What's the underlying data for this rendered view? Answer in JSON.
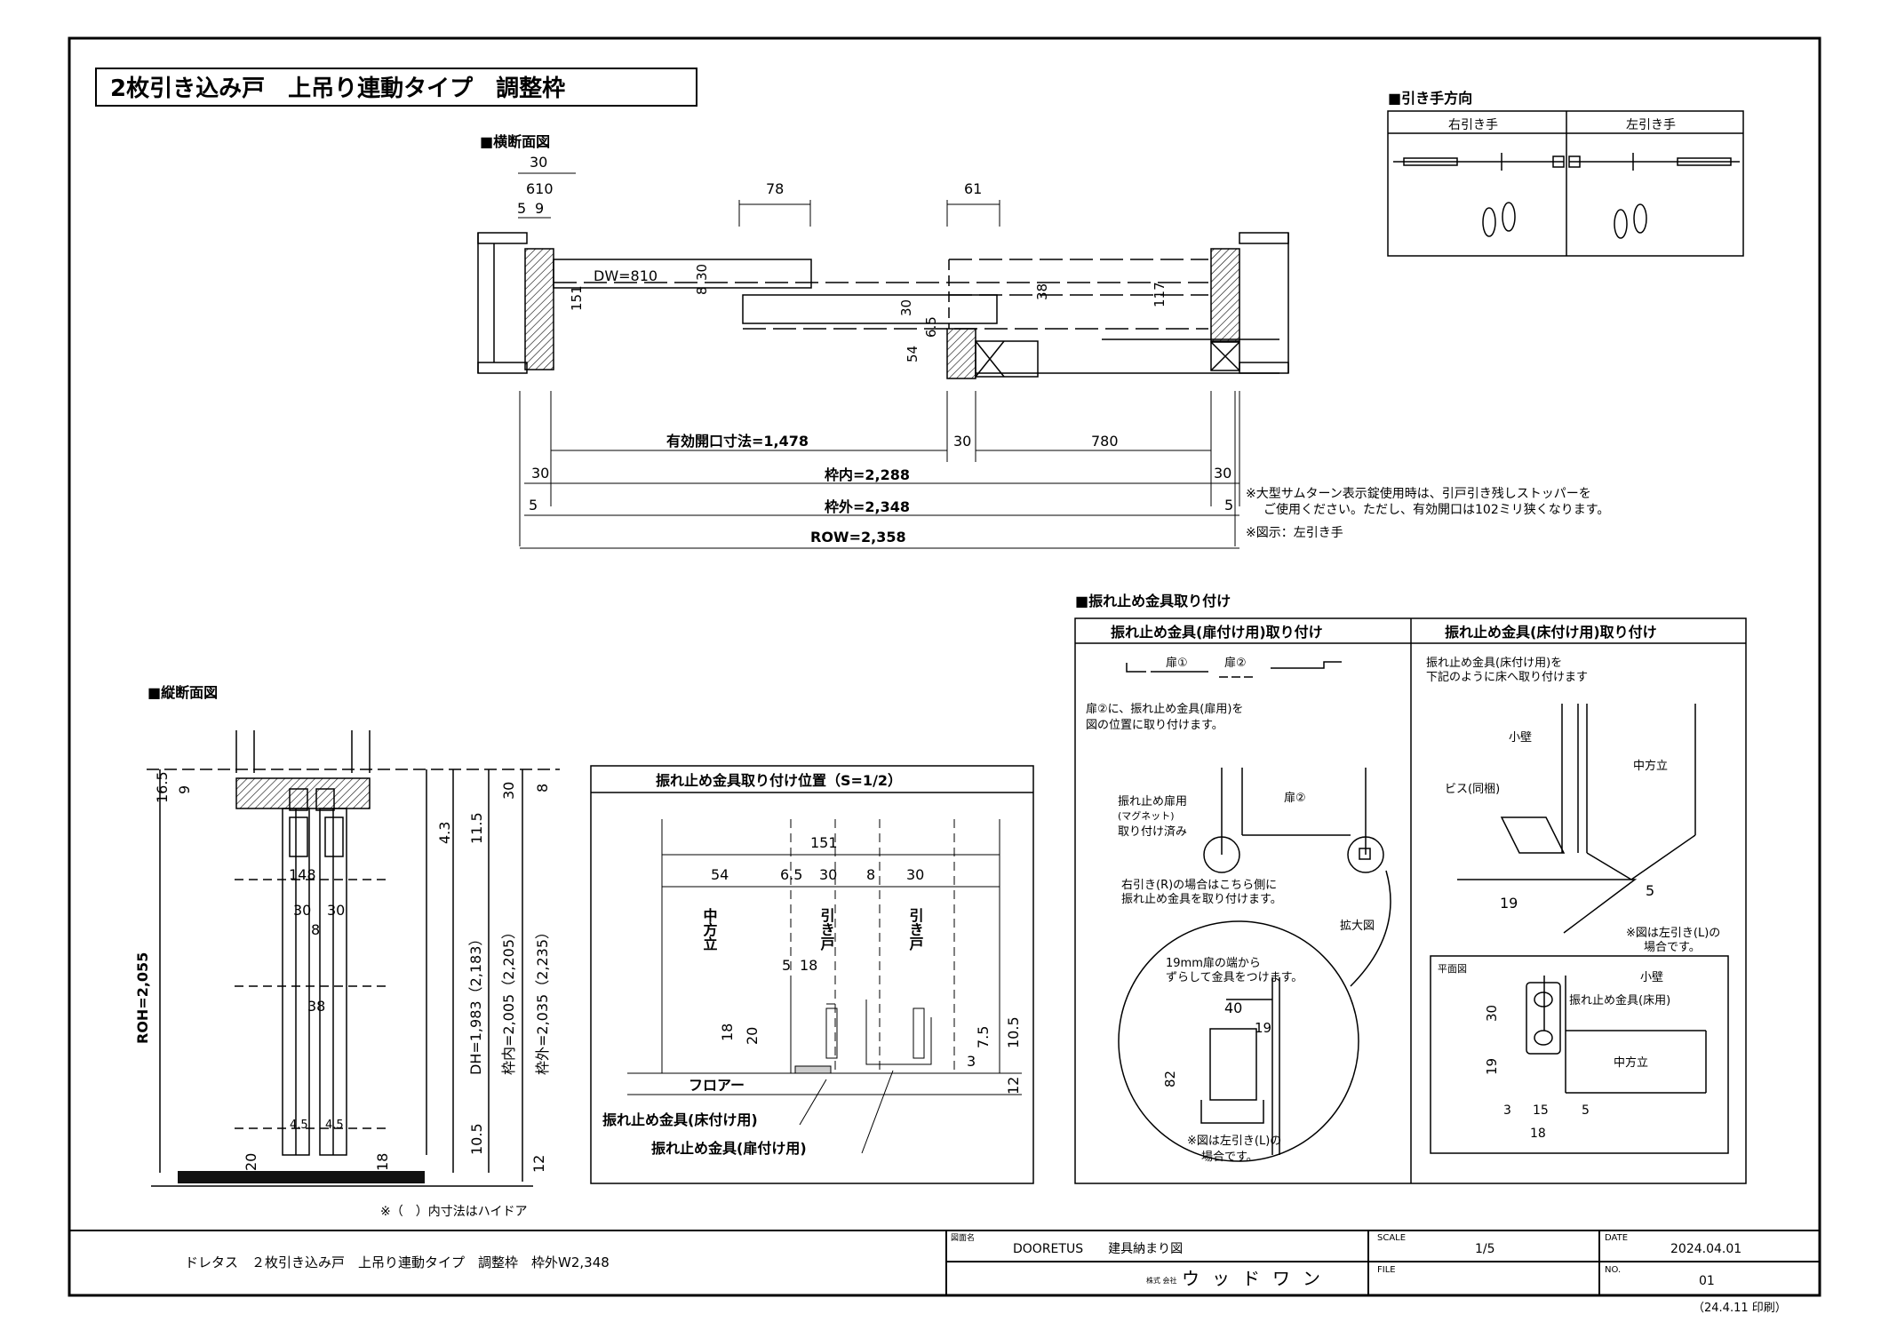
{
  "title": "2枚引き込み戸　上吊り連動タイプ　調整枠",
  "cross_section": {
    "heading": "■横断面図",
    "dw": "DW=810",
    "dims_top": [
      "30",
      "610",
      "5",
      "9",
      "78",
      "61"
    ],
    "dims_mid": [
      "8",
      "30",
      "151",
      "30",
      "6.5",
      "54",
      "38",
      "117"
    ],
    "dims_bottom": [
      "有効開口寸法=1,478",
      "30",
      "780",
      "30",
      "枠内=2,288",
      "30",
      "5",
      "枠外=2,348",
      "5",
      "ROW=2,358"
    ],
    "note1": "※大型サムターン表示錠使用時は、引戸引き残しストッパーを",
    "note2": "ご使用ください。ただし、有効開口は102ミリ狭くなります。",
    "note3": "※図示：左引き手"
  },
  "handle": {
    "heading": "■引き手方向",
    "right": "右引き手",
    "left": "左引き手"
  },
  "vertical": {
    "heading": "■縦断面図",
    "roh": "ROH=2,055",
    "dh": "DH=1,983（2,183）",
    "inner": "枠内=2,005（2,205）",
    "outer": "枠外=2,035（2,235）",
    "dims": [
      "16.5",
      "9",
      "4.3",
      "11.5",
      "30",
      "8",
      "148",
      "30",
      "30",
      "8",
      "38",
      "4.5",
      "4.5",
      "20",
      "18",
      "10.5",
      "12"
    ],
    "note": "※（　）内寸法はハイドア"
  },
  "position": {
    "heading": "振れ止め金具取り付け位置（S=1/2）",
    "dims": [
      "151",
      "54",
      "6.5",
      "30",
      "8",
      "30",
      "5",
      "18",
      "18",
      "20",
      "3",
      "7.5",
      "10.5",
      "12"
    ],
    "naka": "中方立",
    "door1": "引き戸",
    "door2": "引き戸",
    "floor": "フロアー",
    "label_floor": "振れ止め金具(床付け用)",
    "label_door": "振れ止め金具(扉付け用)"
  },
  "install": {
    "heading": "■振れ止め金具取り付け",
    "door_head": "振れ止め金具(扉付け用)取り付け",
    "floor_head": "振れ止め金具(床付け用)取り付け",
    "door1": "扉①",
    "door2": "扉②",
    "text1": "扉②に、振れ止め金具(扉用)を",
    "text2": "図の位置に取り付けます。",
    "door2b": "扉②",
    "magnet1": "振れ止め扉用",
    "magnet2": "(マグネット)",
    "magnet3": "取り付け済み",
    "right1": "右引き(R)の場合はこちら側に",
    "right2": "振れ止め金具を取り付けます。",
    "zoom": "拡大図",
    "offset1": "19mm扉の端から",
    "offset2": "ずらして金具をつけます。",
    "d40": "40",
    "d19": "19",
    "d82": "82",
    "left1": "※図は左引き(L)の",
    "left2": "場合です。",
    "floor1": "振れ止め金具(床付け用)を",
    "floor2": "下記のように床へ取り付けます",
    "kokabe": "小壁",
    "screw": "ビス(同梱)",
    "naka": "中方立",
    "f19": "19",
    "f5": "5",
    "left3": "※図は左引き(L)の",
    "left4": "場合です。",
    "plan": "平面図",
    "kokabe2": "小壁",
    "floor_label": "振れ止め金具(床用)",
    "naka2": "中方立",
    "p30": "30",
    "p19": "19",
    "p3": "3",
    "p15": "15",
    "p5": "5",
    "p18": "18"
  },
  "titleblock": {
    "product": "ドレタス　２枚引き込み戸　上吊り連動タイプ　調整枠　枠外W2,348",
    "zumei_label": "図面名",
    "zumei": "DOORETUS　　建具納まり図",
    "scale_label": "SCALE",
    "scale": "1/5",
    "date_label": "DATE",
    "date": "2024.04.01",
    "company_label": "株式\n会社",
    "company": "ウッドワン",
    "file_label": "FILE",
    "no_label": "NO.",
    "no": "01",
    "printed": "（24.4.11 印刷）"
  }
}
